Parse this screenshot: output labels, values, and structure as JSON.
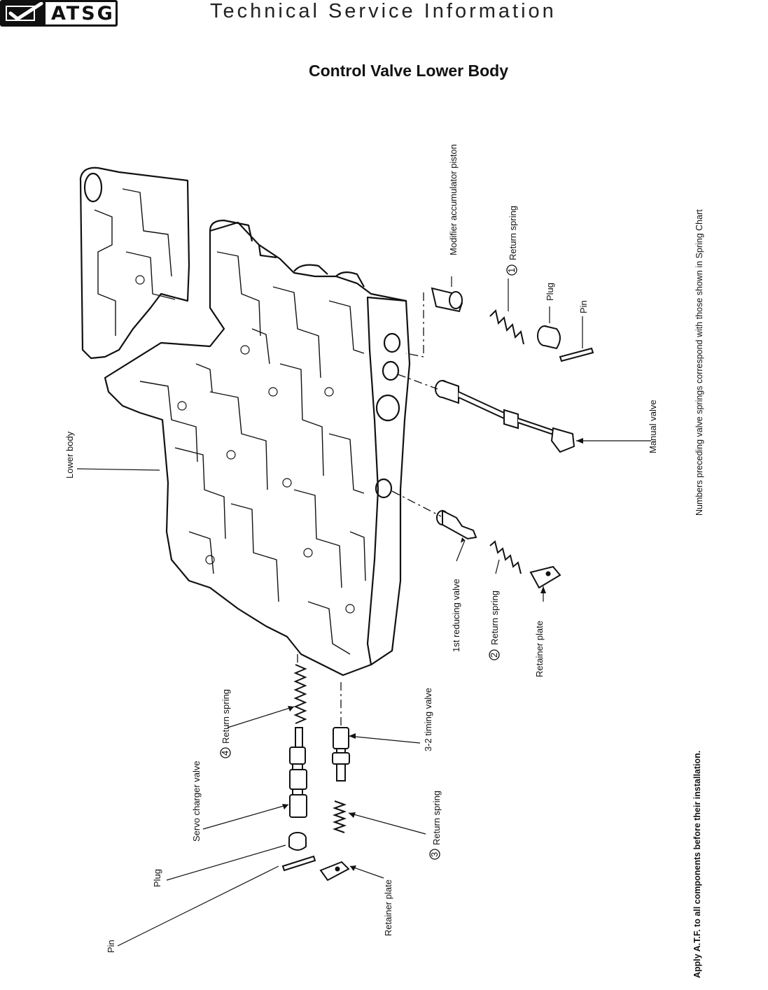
{
  "header": {
    "logo_text": "ATSG",
    "title": "Technical Service Information"
  },
  "diagram": {
    "title": "Control Valve Lower Body",
    "labels": {
      "modifier_accumulator_piston": "Modifier accumulator piston",
      "return_spring_1": "Return spring",
      "callout_1": "1",
      "plug_right": "Plug",
      "pin_right": "Pin",
      "manual_valve": "Manual valve",
      "lower_body": "Lower body",
      "first_reducing_valve": "1st reducing valve",
      "return_spring_2": "Return spring",
      "callout_2": "2",
      "retainer_plate_right": "Retainer plate",
      "return_spring_4": "Return spring",
      "callout_4": "4",
      "servo_charger_valve": "Servo charger valve",
      "timing_valve_3_2": "3-2 timing valve",
      "return_spring_3": "Return spring",
      "callout_3": "3",
      "plug_left": "Plug",
      "retainer_plate_left": "Retainer plate",
      "pin_left": "Pin"
    },
    "notes": {
      "springs_note": "Numbers preceding valve springs correspond with those shown in Spring Chart",
      "atf_note_bold": "Apply A.T.F. to all components before their installation."
    }
  }
}
